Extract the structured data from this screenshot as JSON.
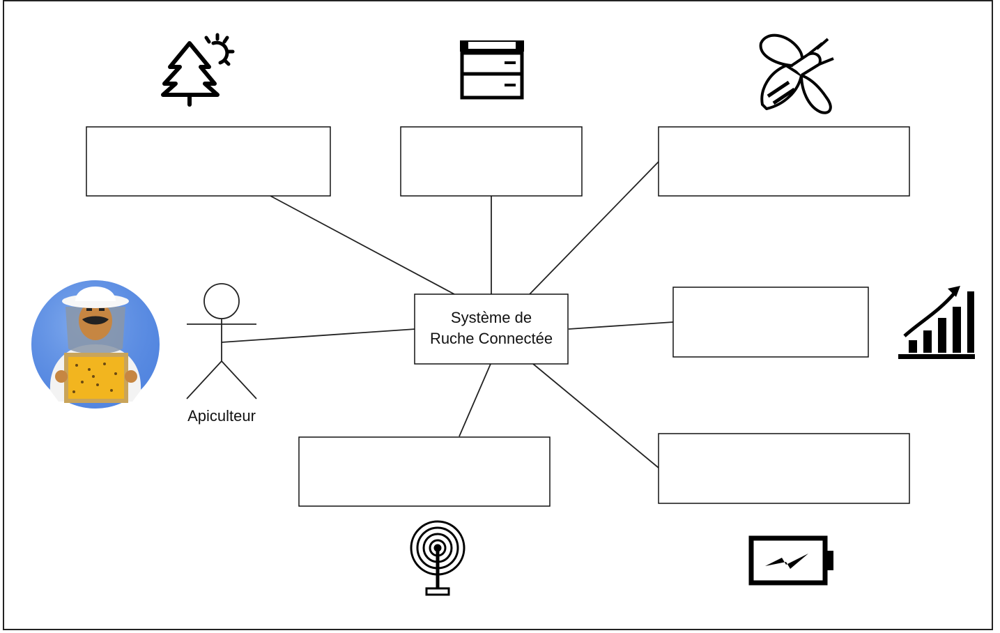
{
  "diagram": {
    "central_node": {
      "line1": "Système de",
      "line2": "Ruche Connectée"
    },
    "actor": {
      "label": "Apiculteur"
    },
    "empty_boxes": [
      {
        "id": "environment",
        "icon": "tree-sun-icon",
        "text": ""
      },
      {
        "id": "hive",
        "icon": "beehive-icon",
        "text": ""
      },
      {
        "id": "bees",
        "icon": "bee-icon",
        "text": ""
      },
      {
        "id": "statistics",
        "icon": "growth-chart-icon",
        "text": ""
      },
      {
        "id": "communication",
        "icon": "antenna-icon",
        "text": ""
      },
      {
        "id": "energy",
        "icon": "battery-icon",
        "text": ""
      }
    ],
    "illustrations": [
      "beekeeper-avatar"
    ]
  },
  "colors": {
    "stroke": "#111111",
    "avatar_bg": "#5b8ee6",
    "honeycomb": "#f2b51f"
  }
}
